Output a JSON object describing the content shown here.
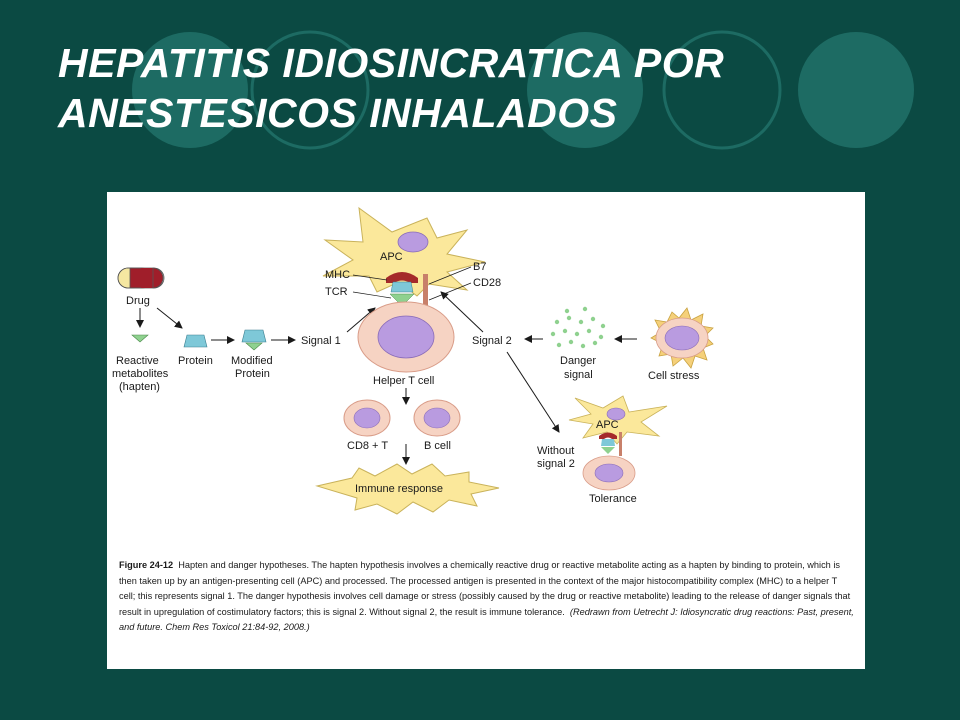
{
  "slide": {
    "title_line1": "HEPATITIS IDIOSINCRATICA POR",
    "title_line2": "ANESTESICOS INHALADOS"
  },
  "diagram": {
    "labels": {
      "drug": "Drug",
      "reactive_1": "Reactive",
      "reactive_2": "metabolites",
      "reactive_3": "(hapten)",
      "protein": "Protein",
      "modified_1": "Modified",
      "modified_2": "Protein",
      "signal1": "Signal 1",
      "apc": "APC",
      "mhc": "MHC",
      "tcr": "TCR",
      "b7": "B7",
      "cd28": "CD28",
      "helper_t": "Helper T cell",
      "cd8": "CD8 + T",
      "bcell": "B cell",
      "immune": "Immune response",
      "signal2": "Signal 2",
      "danger_1": "Danger",
      "danger_2": "signal",
      "cell_stress": "Cell stress",
      "without_1": "Without",
      "without_2": "signal 2",
      "apc_small": "APC",
      "tolerance": "Tolerance"
    }
  },
  "caption": {
    "figure_label": "Figure 24-12",
    "text": "Hapten and danger hypotheses. The hapten hypothesis involves a chemically reactive drug or reactive metabolite acting as a hapten by binding to protein, which is then taken up by an antigen-presenting cell (APC) and processed. The processed antigen is presented in the context of the major histocompatibility complex (MHC) to a helper T cell; this represents signal 1. The danger hypothesis involves cell damage or stress (possibly caused by the drug or reactive metabolite) leading to the release of danger signals that result in upregulation of costimulatory factors; this is signal 2. Without signal 2, the result is immune tolerance.",
    "citation": "(Redrawn from Uetrecht J: Idiosyncratic drug reactions: Past, present, and future. Chem Res Toxicol 21:84-92, 2008.)"
  },
  "colors": {
    "background": "#0b4a43",
    "circle": "#1d6b63",
    "cell_fill": "#f6d3c3",
    "nucleus": "#b99be0",
    "star_fill": "#fbe89b",
    "red_receptor": "#a52a2a",
    "hapten_green": "#8fd18f",
    "protein_blue": "#7ec8d8"
  }
}
